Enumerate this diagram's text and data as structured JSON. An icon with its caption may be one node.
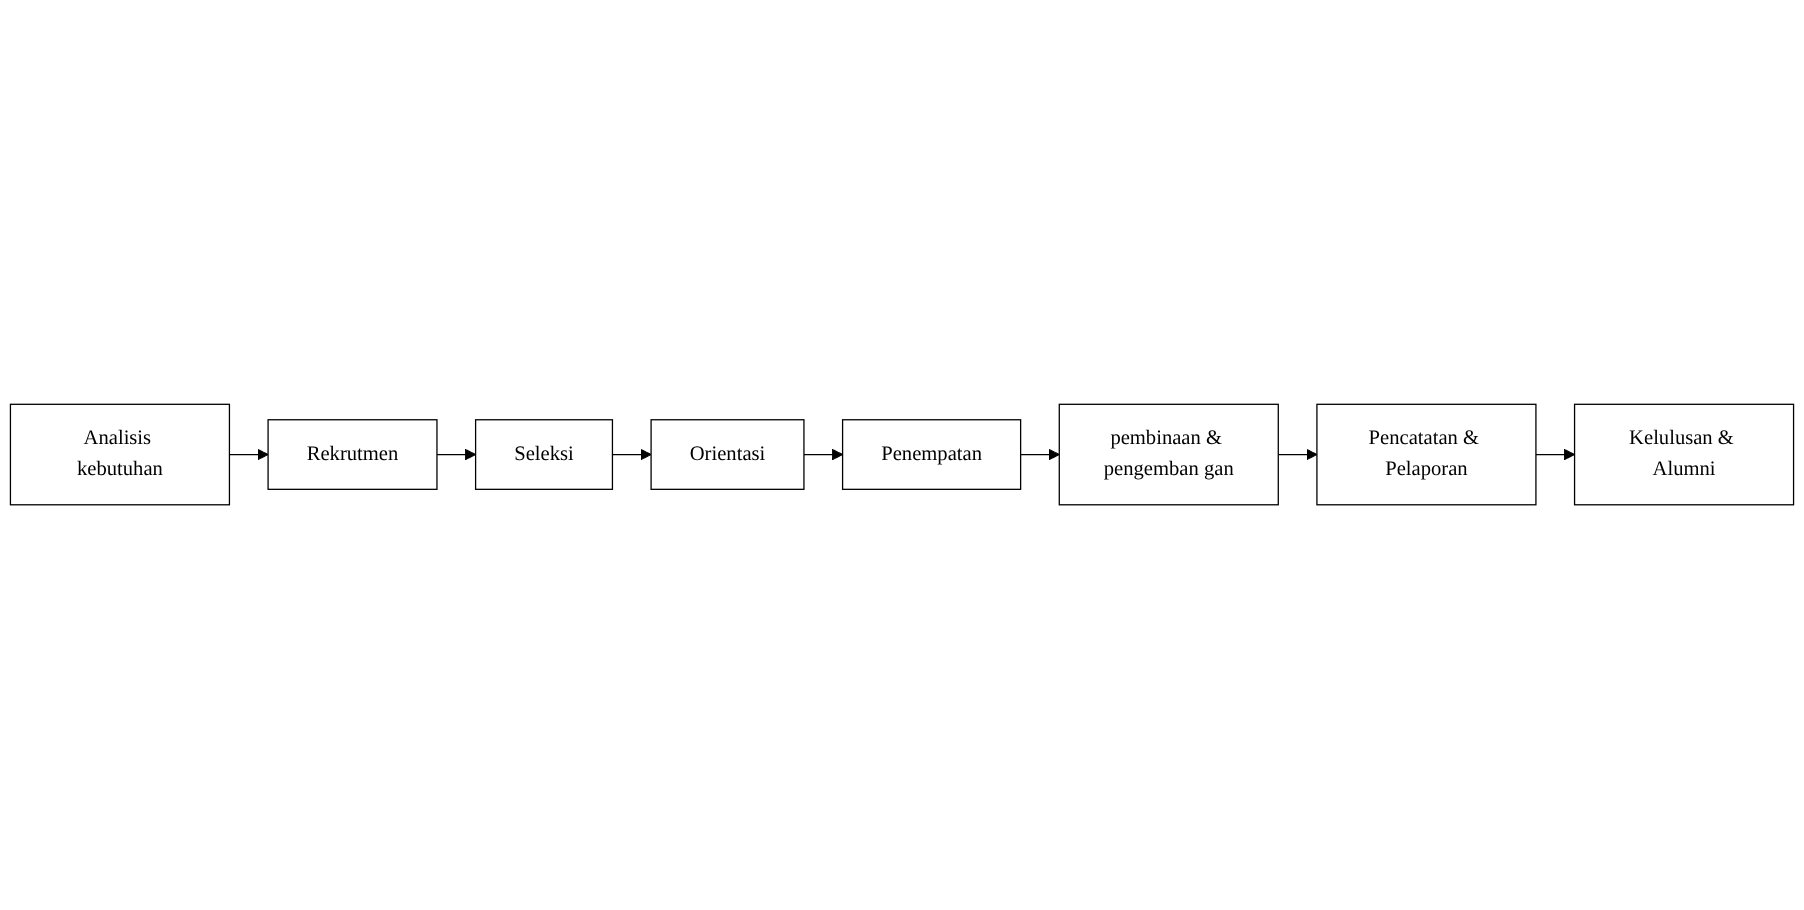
{
  "diagram": {
    "nodes": [
      {
        "text": [
          "Analisis kebutuhan"
        ]
      },
      {
        "text": [
          "Rekrutmen"
        ]
      },
      {
        "text": [
          "Seleksi"
        ]
      },
      {
        "text": [
          "Orientasi"
        ]
      },
      {
        "text": [
          "Penempatan"
        ]
      },
      {
        "text": [
          "pembinaan & pengemban gan"
        ]
      },
      {
        "text": [
          "Pencatatan & Pelaporan"
        ]
      },
      {
        "text": [
          "Kelulusan & Alumni"
        ]
      }
    ],
    "edges": [
      {
        "from": 0,
        "to": 1,
        "arrow": "to"
      },
      {
        "from": 1,
        "to": 2,
        "arrow": "to"
      },
      {
        "from": 2,
        "to": 3,
        "arrow": "to"
      },
      {
        "from": 3,
        "to": 4,
        "arrow": "to"
      },
      {
        "from": 4,
        "to": 5,
        "arrow": "to"
      },
      {
        "from": 5,
        "to": 6,
        "arrow": "to"
      },
      {
        "from": 6,
        "to": 7,
        "arrow": "to"
      }
    ]
  }
}
